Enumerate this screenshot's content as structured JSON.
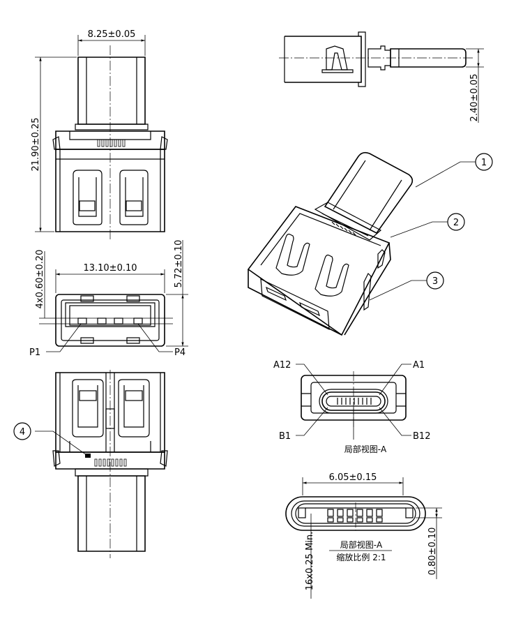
{
  "dimensions": {
    "top_width": "8.25±0.05",
    "overall_length": "21.90±0.25",
    "side_thickness": "2.40±0.05",
    "usb_width": "13.10±0.10",
    "pin_width": "4x0.60±0.20",
    "usb_height": "5.72±0.10",
    "typec_width": "6.05±0.15",
    "contact_height": "0.80±0.10",
    "contact_pitch": "16x0.25 Min."
  },
  "labels": {
    "p1": "P1",
    "p4": "P4",
    "a12": "A12",
    "a1": "A1",
    "b1": "B1",
    "b12": "B12"
  },
  "callouts": [
    "1",
    "2",
    "3",
    "4"
  ],
  "captions": {
    "partial_view": "局部视图-A",
    "partial_view_2": "局部视图-A",
    "scale": "缩放比例 2:1"
  }
}
